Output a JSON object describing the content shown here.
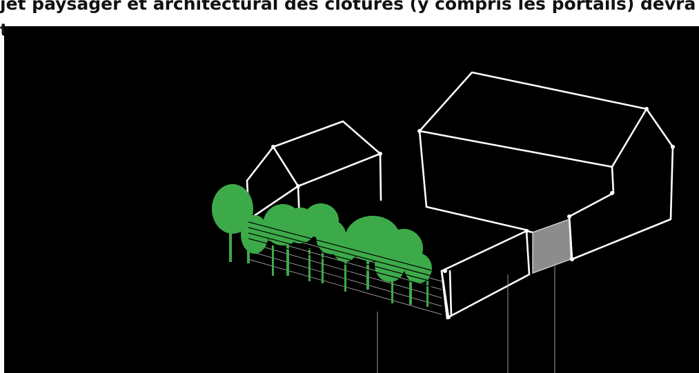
{
  "heading": {
    "line1": "jet paysager et architectural des clôtures (y compris les portails) devra être",
    "line2": "t"
  },
  "colors": {
    "background": "#000000",
    "sketch": "#ffffff",
    "trees": "#3daa4a",
    "gate": "#8c8c8c"
  },
  "icons": [
    "small-house-sketch",
    "large-barn-sketch",
    "tree-hedge",
    "fence-wall",
    "gate-panel",
    "leader-lines"
  ]
}
